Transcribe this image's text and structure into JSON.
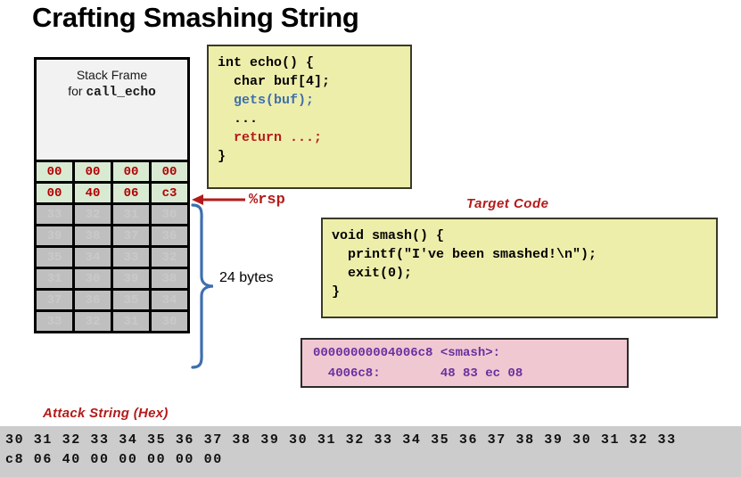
{
  "title": "Crafting Smashing String",
  "colors": {
    "code_bg": "#eeeeab",
    "green_cell": "#d9ead3",
    "gray_cell": "#bfbfbf",
    "accent_red": "#b31b1b",
    "disasm_bg": "#f0c8d2",
    "disasm_text": "#6a2fa0",
    "band_bg": "#cccccc",
    "blue_brace": "#3d6fae"
  },
  "stack": {
    "header_line1": "Stack Frame",
    "header_line2_prefix": "for ",
    "header_line2_mono": "call_echo",
    "rows": [
      {
        "kind": "green",
        "cells": [
          "00",
          "00",
          "00",
          "00"
        ]
      },
      {
        "kind": "green",
        "cells": [
          "00",
          "40",
          "06",
          "c3"
        ]
      },
      {
        "kind": "gray",
        "cells": [
          "33",
          "32",
          "31",
          "30"
        ]
      },
      {
        "kind": "gray",
        "cells": [
          "39",
          "38",
          "37",
          "36"
        ]
      },
      {
        "kind": "gray",
        "cells": [
          "35",
          "34",
          "33",
          "32"
        ]
      },
      {
        "kind": "gray",
        "cells": [
          "31",
          "30",
          "39",
          "38"
        ]
      },
      {
        "kind": "gray",
        "cells": [
          "37",
          "36",
          "35",
          "34"
        ]
      },
      {
        "kind": "gray",
        "cells": [
          "33",
          "32",
          "31",
          "30"
        ]
      }
    ],
    "rsp_label": "%rsp",
    "size_label": "24 bytes"
  },
  "echo_code": {
    "lines": [
      {
        "text": "int echo() {",
        "color": "black"
      },
      {
        "text": "  char buf[4];",
        "color": "black"
      },
      {
        "text": "  gets(buf);",
        "color": "blue"
      },
      {
        "text": "  ...",
        "color": "black"
      },
      {
        "text": "  return ...;",
        "color": "red"
      },
      {
        "text": "}",
        "color": "black"
      }
    ]
  },
  "target_code": {
    "label": "Target  Code",
    "lines": [
      "void smash() {",
      "  printf(\"I've been smashed!\\n\");",
      "  exit(0);",
      "}"
    ]
  },
  "disassembly": {
    "lines": [
      "00000000004006c8 <smash>:",
      "  4006c8:        48 83 ec 08"
    ]
  },
  "attack_string": {
    "label": "Attack String (Hex)",
    "line1": "30 31 32 33 34 35 36 37 38 39 30 31 32 33 34 35 36 37 38 39 30 31 32 33",
    "line2": "c8 06 40 00 00 00 00 00"
  }
}
